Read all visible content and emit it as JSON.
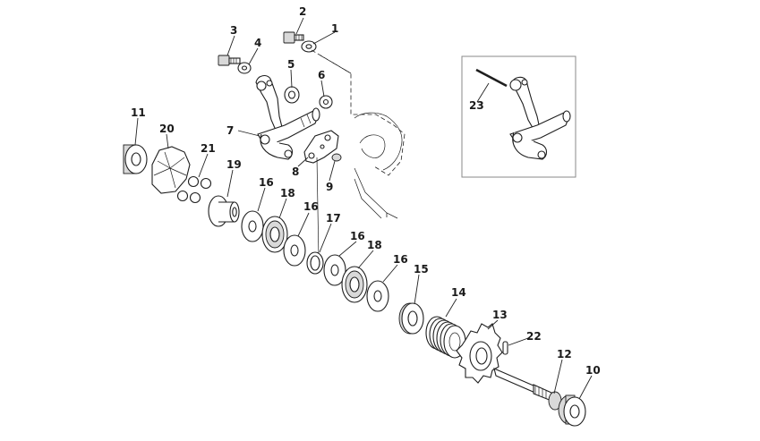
{
  "callouts": {
    "c1": "1",
    "c2": "2",
    "c3": "3",
    "c4": "4",
    "c5": "5",
    "c6": "6",
    "c7": "7",
    "c8": "8",
    "c9": "9",
    "c10": "10",
    "c11": "11",
    "c12": "12",
    "c13": "13",
    "c14": "14",
    "c15": "15",
    "c16a": "16",
    "c16b": "16",
    "c16c": "16",
    "c16d": "16",
    "c17": "17",
    "c18a": "18",
    "c18b": "18",
    "c19": "19",
    "c20": "20",
    "c21": "21",
    "c22": "22",
    "c23": "23"
  }
}
